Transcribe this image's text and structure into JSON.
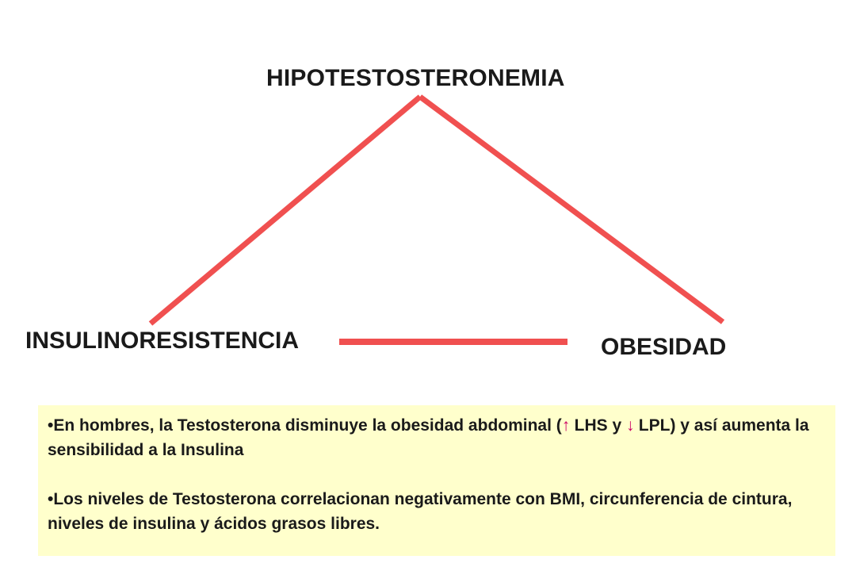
{
  "diagram": {
    "nodes": {
      "top": "HIPOTESTOSTERONEMIA",
      "left": "INSULINORESISTENCIA",
      "right": "OBESIDAD"
    },
    "edge_color": "#f05050"
  },
  "notes": {
    "bullet_char": "•",
    "p1": {
      "part1": "En hombres, la Testosterona disminuye la obesidad abdominal (",
      "arrow_up": "↑",
      "part2": " LHS y ",
      "arrow_down": "↓",
      "part3": " LPL) y así aumenta la sensibilidad a la Insulina"
    },
    "p2": {
      "text": "Los niveles de Testosterona correlacionan negativamente con BMI, circunferencia de cintura, niveles de insulina y ácidos grasos libres."
    },
    "background_color": "#ffffcc",
    "arrow_color": "#cc0066"
  }
}
